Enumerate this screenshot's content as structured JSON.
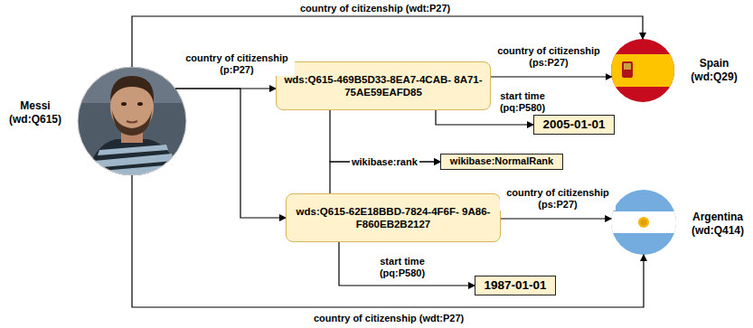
{
  "diagram": {
    "nodes": [
      {
        "text": [
          "Messi (wd:Q615)"
        ]
      },
      {
        "text": [
          "wds:Q615-469B5D33-8EA7-4CAB- 8A71-75AE59EAFD85"
        ]
      },
      {
        "text": [
          "wds:Q615-62E18BBD-7824-4F6F- 9A86-F860EB2B2127"
        ]
      },
      {
        "text": [
          "Spain (wd:Q29)"
        ]
      },
      {
        "text": [
          "Argentina (wd:Q414)"
        ]
      },
      {
        "text": [
          "2005-01-01"
        ]
      },
      {
        "text": [
          "1987-01-01"
        ]
      },
      {
        "text": [
          "wikibase:NormalRank"
        ]
      }
    ],
    "edges": [
      {
        "from": 0,
        "to": 3,
        "label": "country of citizenship (wdt:P27)",
        "arrow": "to"
      },
      {
        "from": 0,
        "to": 1,
        "label": "country of citizenship (p:P27)",
        "arrow": "to"
      },
      {
        "from": 0,
        "to": 2,
        "arrow": "to"
      },
      {
        "from": 1,
        "to": 3,
        "label": "country of citizenship (ps:P27)",
        "arrow": "to"
      },
      {
        "from": 1,
        "to": 5,
        "label": "start time (pq:P580)",
        "arrow": "to"
      },
      {
        "from": 1,
        "to": 7,
        "label": "wikibase:rank",
        "arrow": "to"
      },
      {
        "from": 2,
        "to": 7,
        "arrow": "to"
      },
      {
        "from": 2,
        "to": 4,
        "label": "country of citizenship (ps:P27)",
        "arrow": "to"
      },
      {
        "from": 2,
        "to": 6,
        "label": "start time (pq:P580)",
        "arrow": "to"
      },
      {
        "from": 0,
        "to": 4,
        "label": "country of citizenship (wdt:P27)",
        "arrow": "to"
      }
    ]
  }
}
